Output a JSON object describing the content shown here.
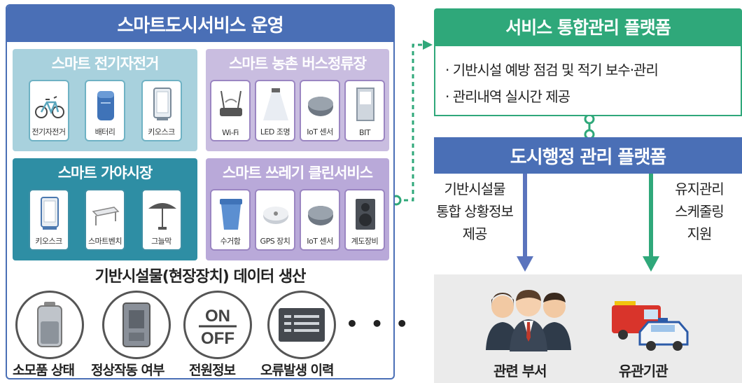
{
  "left_panel": {
    "title": "스마트도시서비스 운영",
    "groups": [
      {
        "title": "스마트 전기자전거",
        "items": [
          {
            "label": "전기자전거",
            "icon": "bicycle-icon"
          },
          {
            "label": "배터리",
            "icon": "battery-icon"
          },
          {
            "label": "키오스크",
            "icon": "kiosk-icon"
          }
        ]
      },
      {
        "title": "스마트 농촌 버스정류장",
        "items": [
          {
            "label": "Wi-Fi",
            "icon": "wifi-router-icon"
          },
          {
            "label": "LED 조명",
            "icon": "led-light-icon"
          },
          {
            "label": "IoT 센서",
            "icon": "iot-sensor-icon"
          },
          {
            "label": "BIT",
            "icon": "bit-terminal-icon"
          }
        ]
      },
      {
        "title": "스마트 가야시장",
        "items": [
          {
            "label": "키오스크",
            "icon": "kiosk-icon"
          },
          {
            "label": "스마트벤치",
            "icon": "smart-bench-icon"
          },
          {
            "label": "그늘막",
            "icon": "parasol-icon"
          }
        ]
      },
      {
        "title": "스마트 쓰레기 클린서비스",
        "items": [
          {
            "label": "수거함",
            "icon": "trash-bin-icon"
          },
          {
            "label": "GPS 장치",
            "icon": "gps-device-icon"
          },
          {
            "label": "IoT 센서",
            "icon": "iot-sensor-icon"
          },
          {
            "label": "계도장비",
            "icon": "speaker-icon"
          }
        ]
      }
    ],
    "data_title": "기반시설물(현장장치) 데이터 생산",
    "devices": [
      {
        "label": "소모품 상태",
        "icon": "battery-level-icon"
      },
      {
        "label": "정상작동 여부",
        "icon": "device-status-icon"
      },
      {
        "label": "전원정보",
        "icon": "power-on-off-icon",
        "on": "ON",
        "off": "OFF"
      },
      {
        "label": "오류발생 이력",
        "icon": "error-log-icon"
      }
    ],
    "more": "• • •"
  },
  "service_platform": {
    "title": "서비스 통합관리 플랫폼",
    "bullets": [
      "· 기반시설 예방 점검 및 적기 보수·관리",
      "· 관리내역 실시간 제공"
    ]
  },
  "admin_platform": {
    "title": "도시행정 관리 플랫폼"
  },
  "flows": [
    {
      "lines": [
        "기반시설물",
        "통합 상황정보",
        "제공"
      ]
    },
    {
      "lines": [
        "유지관리",
        "스케줄링",
        "지원"
      ]
    }
  ],
  "destinations": [
    {
      "label": "관련 부서",
      "icon": "people-icon"
    },
    {
      "label": "유관기관",
      "icon": "emergency-vehicles-icon"
    }
  ],
  "colors": {
    "blue": "#4a6fb6",
    "green": "#2fa87a",
    "teal": "#2e8ea4",
    "light_teal": "#a8d1dd",
    "purple": "#c9bde0"
  }
}
